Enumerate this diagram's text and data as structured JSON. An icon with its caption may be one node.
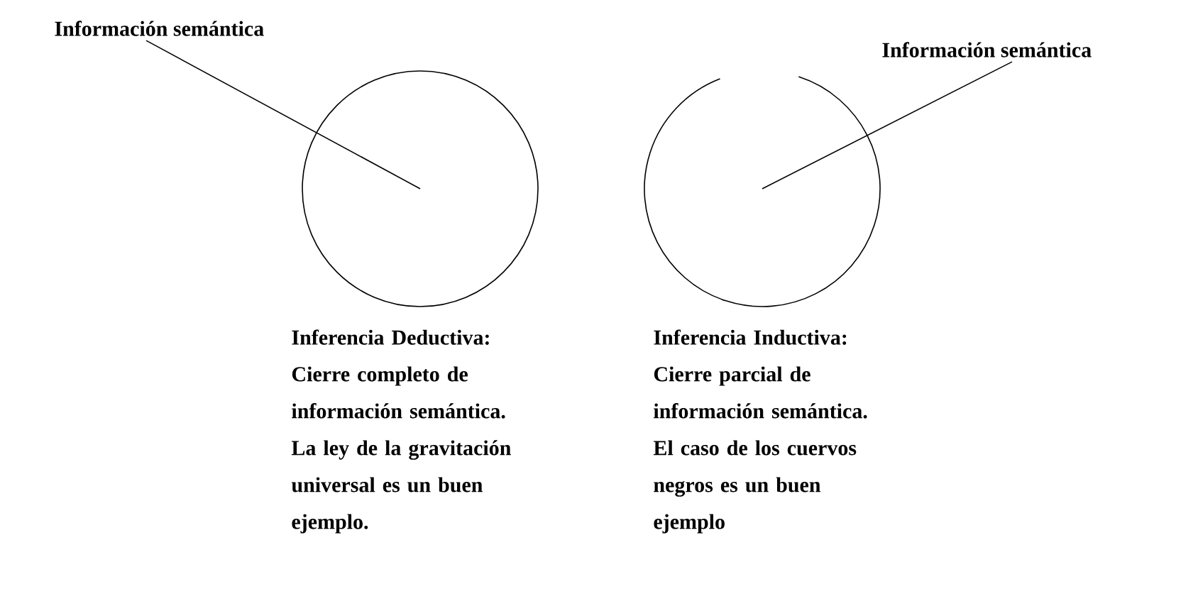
{
  "diagram": {
    "nodes": [
      {
        "text": [
          "Información semántica"
        ]
      },
      {
        "text": [],
        "shape": "circle",
        "beside": [
          "Inferencia Deductiva:",
          "Cierre completo de información semántica. La ley de la gravitación universal es un buen ejemplo."
        ]
      },
      {
        "text": [],
        "shape": "circle",
        "beside": [
          "Inferencia Inductiva:",
          "Cierre parcial de información semántica. El caso de los cuervos negros es un buen ejemplo"
        ]
      },
      {
        "text": [
          "Información semántica"
        ]
      }
    ],
    "edges": [
      {
        "from": 0,
        "to": 1,
        "arrow": "none"
      },
      {
        "from": 3,
        "to": 2,
        "arrow": "none"
      }
    ]
  }
}
